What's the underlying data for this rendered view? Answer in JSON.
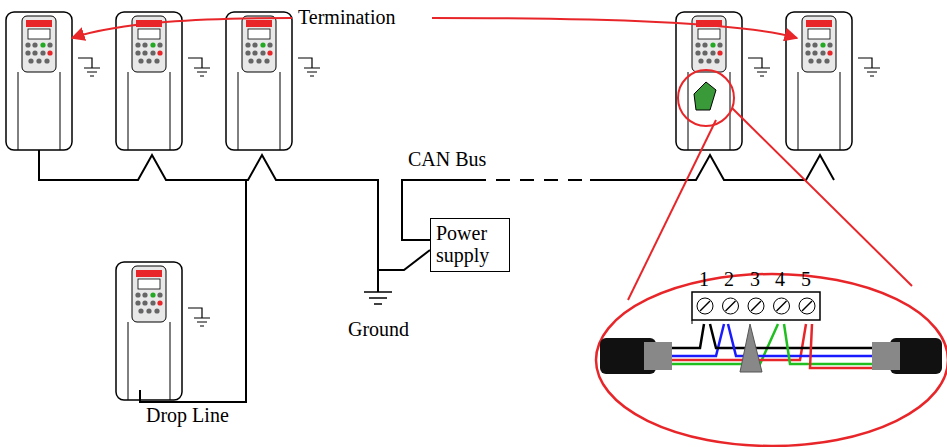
{
  "diagram": {
    "nodes": [
      {
        "text": [
          "Power supply"
        ]
      }
    ],
    "labels": [
      "Termination",
      "CAN Bus",
      "Ground",
      "Drop Line",
      "1",
      "2",
      "3",
      "4",
      "5"
    ]
  }
}
